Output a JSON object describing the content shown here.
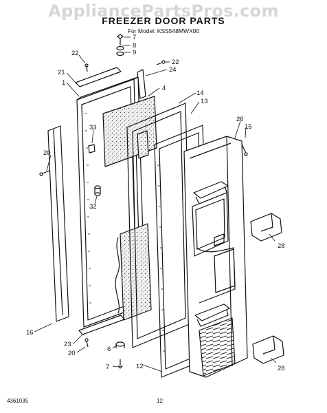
{
  "watermark": "AppliancePartsPros.com",
  "title": "FREEZER DOOR PARTS",
  "subtitle": "For Model: KSS548MWX00",
  "footer": {
    "left_code": "4361035",
    "page_number": "12"
  },
  "callouts": [
    {
      "id": "c7a",
      "text": "7"
    },
    {
      "id": "c8",
      "text": "8"
    },
    {
      "id": "c9",
      "text": "9"
    },
    {
      "id": "c22a",
      "text": "22"
    },
    {
      "id": "c22b",
      "text": "22"
    },
    {
      "id": "c24",
      "text": "24"
    },
    {
      "id": "c21",
      "text": "21"
    },
    {
      "id": "c1",
      "text": "1"
    },
    {
      "id": "c4",
      "text": "4"
    },
    {
      "id": "c14",
      "text": "14"
    },
    {
      "id": "c13",
      "text": "13"
    },
    {
      "id": "c26",
      "text": "26"
    },
    {
      "id": "c15",
      "text": "15"
    },
    {
      "id": "c33",
      "text": "33"
    },
    {
      "id": "c20a",
      "text": "20"
    },
    {
      "id": "c32",
      "text": "32"
    },
    {
      "id": "c28a",
      "text": "28"
    },
    {
      "id": "c16",
      "text": "16"
    },
    {
      "id": "c23",
      "text": "23"
    },
    {
      "id": "c20b",
      "text": "20"
    },
    {
      "id": "c6",
      "text": "6"
    },
    {
      "id": "c7b",
      "text": "7"
    },
    {
      "id": "c12",
      "text": "12"
    },
    {
      "id": "c28b",
      "text": "28"
    }
  ]
}
